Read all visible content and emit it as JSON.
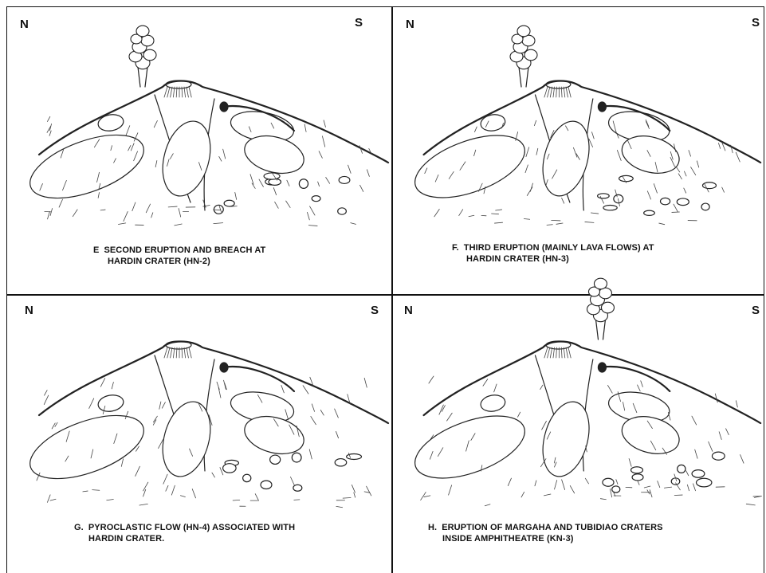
{
  "panels": [
    {
      "id": "E",
      "north": "N",
      "south": "S",
      "letter": "E",
      "caption_line1": "SECOND ERUPTION AND BREACH AT",
      "caption_line2": "HARDIN CRATER (HN-2)",
      "plume": "left"
    },
    {
      "id": "F",
      "north": "N",
      "south": "S",
      "letter": "F.",
      "caption_line1": "THIRD ERUPTION (MAINLY LAVA FLOWS) AT",
      "caption_line2": "HARDIN CRATER (HN-3)",
      "plume": "left"
    },
    {
      "id": "G",
      "north": "N",
      "south": "S",
      "letter": "G.",
      "caption_line1": "PYROCLASTIC FLOW (HN-4) ASSOCIATED WITH",
      "caption_line2": "HARDIN CRATER.",
      "plume": "none"
    },
    {
      "id": "H",
      "north": "N",
      "south": "S",
      "letter": "H.",
      "caption_line1": "ERUPTION OF MARGAHA AND TUBIDIAO CRATERS",
      "caption_line2": "INSIDE AMPHITHEATRE (KN-3)",
      "plume": "right"
    }
  ]
}
